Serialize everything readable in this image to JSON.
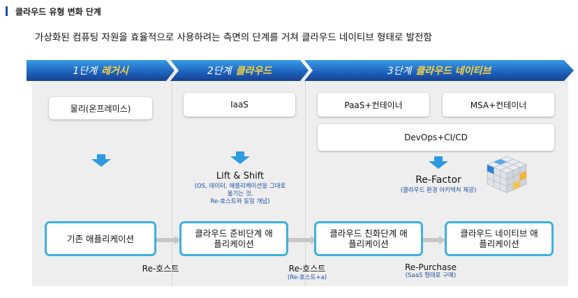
{
  "header": {
    "title": "클라우드 유형 변화 단계",
    "subtitle": "가상화된 컴퓨팅 자원을 효율적으로 사용하려는 측면의 단계를 거쳐 클라우드 네이티브 형태로 발전함"
  },
  "stages": [
    {
      "step": "1단계",
      "name": "레거시"
    },
    {
      "step": "2단계",
      "name": "클라우드"
    },
    {
      "step": "3단계",
      "name": "클라우드 네이티브"
    }
  ],
  "cards": {
    "on_premise": "물리(온프레미스)",
    "iaas": "IaaS",
    "paas": "PaaS+컨테이너",
    "msa": "MSA+컨테이너",
    "devops": "DevOps+CI/CD"
  },
  "transitions": {
    "lift_shift": {
      "title": "Lift & Shift",
      "desc_lines": [
        "(OS, 데이터, 애플리케이션을 그대로",
        "옮기는 것,",
        "Re-호스트와 동일 개념)"
      ]
    },
    "refactor": {
      "title": "Re-Factor",
      "desc": "(클라우드 환경 아키텍처 제공)"
    }
  },
  "apps": {
    "legacy": [
      "기존 애플리케이션"
    ],
    "cloud_ready": [
      "클라우드 준비단계 애",
      "플리케이션"
    ],
    "cloud_friendly": [
      "클라우드 친화단계 애",
      "플리케이션"
    ],
    "cloud_native": [
      "클라우드 네이티브 애",
      "플리케이션"
    ]
  },
  "flow_labels": {
    "rehost_1": {
      "title": "Re-호스트",
      "desc": ""
    },
    "rehost_2": {
      "title": "Re-호스트",
      "desc": "(Re-호스트+a)"
    },
    "repurchase": {
      "title": "Re-Purchase",
      "desc": "(SaaS 형태로 구매)"
    }
  },
  "colors": {
    "banner_dark": "#1b3f8c",
    "banner_light": "#2f8fd8",
    "banner_highlight": "#ffd43b",
    "arrow_blue": "#2d9ae0",
    "app_border": "#3cb0e0",
    "desc_text": "#1e4fa3",
    "panel_bg": "#eeeeee"
  },
  "icons": {
    "down_arrow": "down-arrow-icon",
    "flow_arrow": "right-arrow-icon",
    "cube": "cube-icon"
  }
}
